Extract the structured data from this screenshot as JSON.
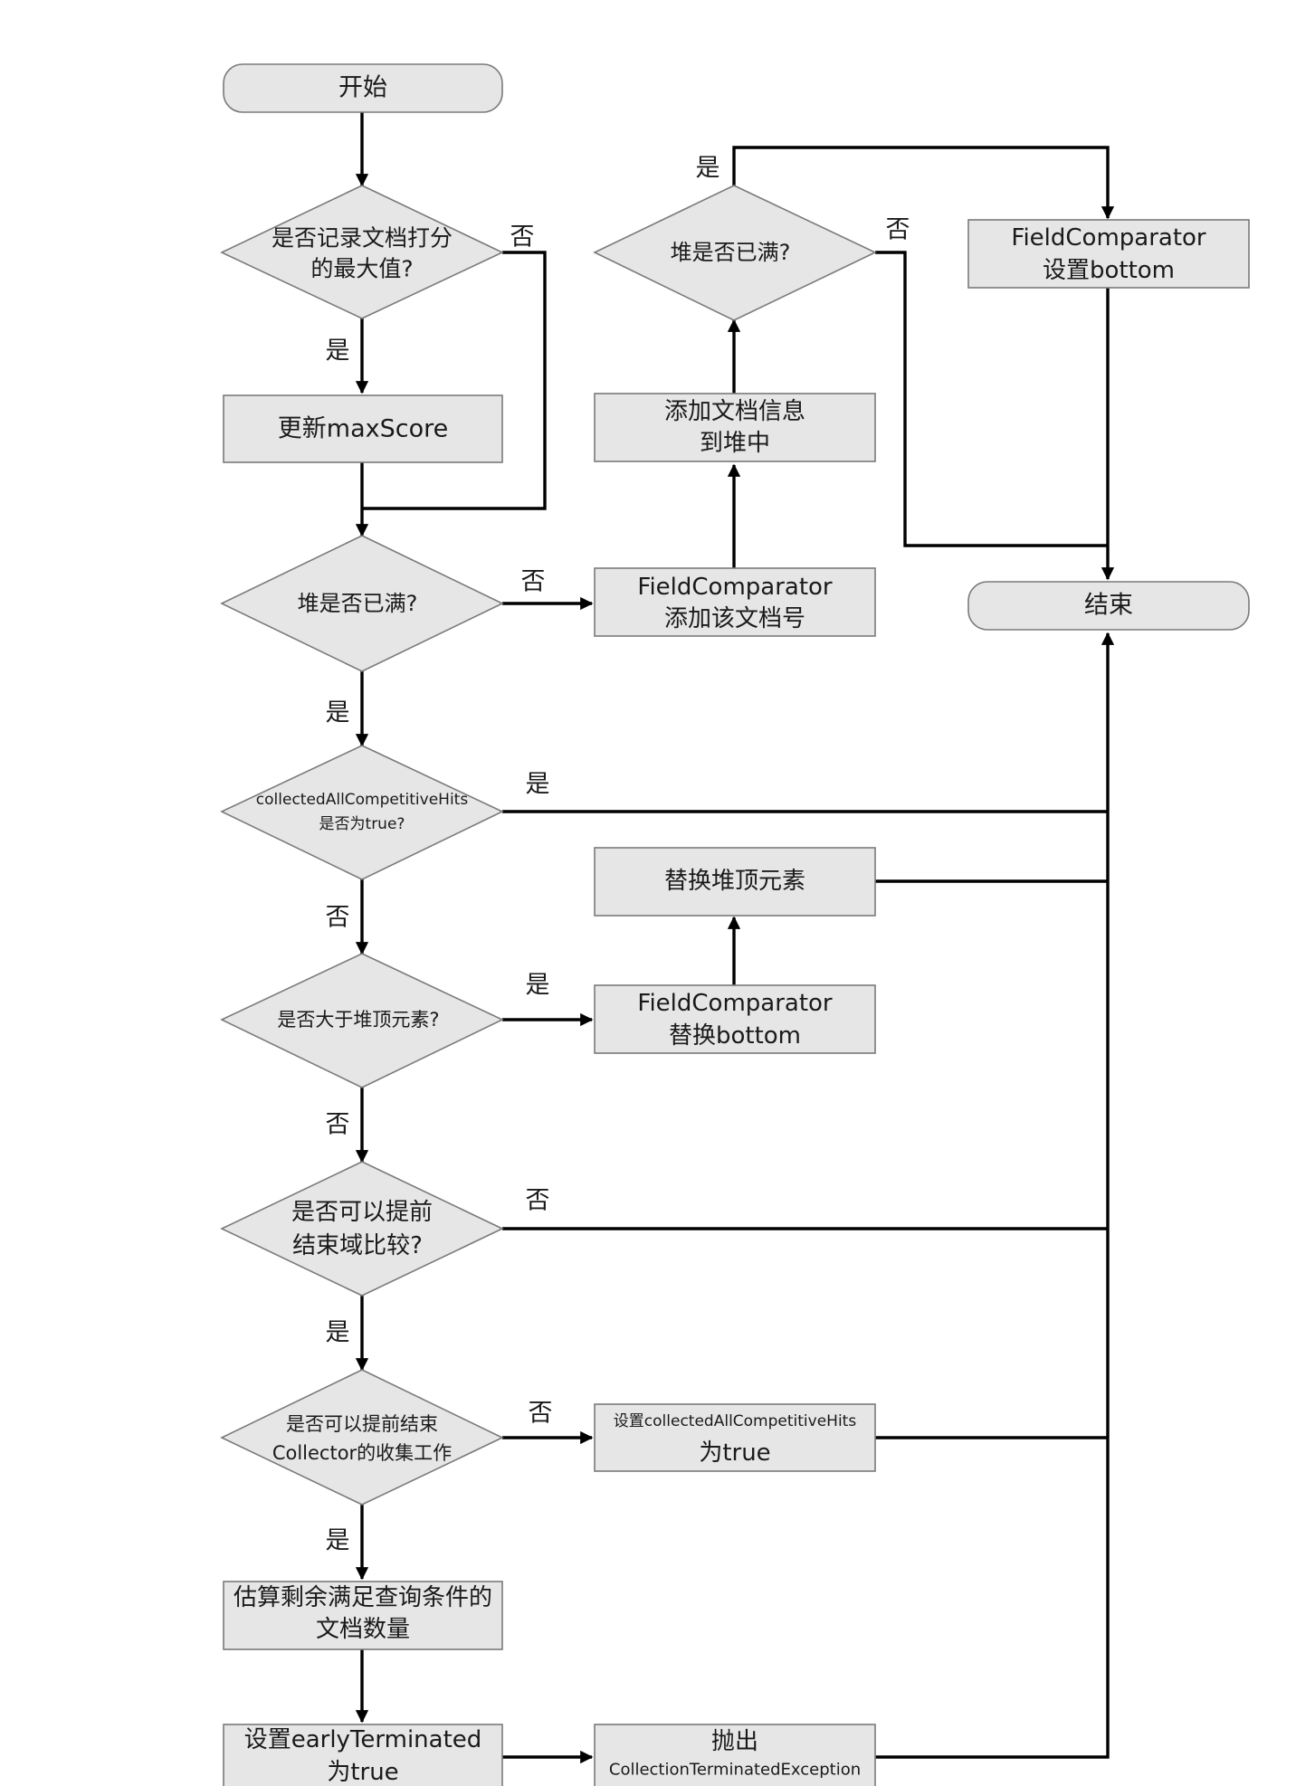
{
  "nodes": {
    "start": {
      "lines": [
        "开始"
      ]
    },
    "record_max": {
      "lines": [
        "是否记录文档打分",
        "的最大值?"
      ]
    },
    "update_max": {
      "lines": [
        "更新maxScore"
      ]
    },
    "heap_full_1": {
      "lines": [
        "堆是否已满?"
      ]
    },
    "collected_all": {
      "lines": [
        "collectedAllCompetitiveHits",
        "是否为true?"
      ]
    },
    "greater_top": {
      "lines": [
        "是否大于堆顶元素?"
      ]
    },
    "early_field": {
      "lines": [
        "是否可以提前",
        "结束域比较?"
      ]
    },
    "early_collector": {
      "lines": [
        "是否可以提前结束",
        "Collector的收集工作"
      ]
    },
    "estimate": {
      "lines": [
        "估算剩余满足查询条件的",
        "文档数量"
      ]
    },
    "set_early": {
      "lines": [
        "设置earlyTerminated",
        "为true"
      ]
    },
    "throw": {
      "lines": [
        "抛出",
        "CollectionTerminatedException"
      ]
    },
    "set_collected": {
      "lines": [
        "设置collectedAllCompetitiveHits",
        "为true"
      ]
    },
    "fc_replace": {
      "lines": [
        "FieldComparator",
        "替换bottom"
      ]
    },
    "replace_top": {
      "lines": [
        "替换堆顶元素"
      ]
    },
    "fc_add": {
      "lines": [
        "FieldComparator",
        "添加该文档号"
      ]
    },
    "add_heap": {
      "lines": [
        "添加文档信息",
        "到堆中"
      ]
    },
    "heap_full_2": {
      "lines": [
        "堆是否已满?"
      ]
    },
    "fc_set_bottom": {
      "lines": [
        "FieldComparator",
        "设置bottom"
      ]
    },
    "end": {
      "lines": [
        "结束"
      ]
    }
  },
  "edge_labels": {
    "record_max_no": "否",
    "record_max_yes": "是",
    "heap_full_1_no": "否",
    "heap_full_1_yes": "是",
    "heap_full_2_yes": "是",
    "heap_full_2_no": "否",
    "collected_all_yes": "是",
    "collected_all_no": "否",
    "greater_top_yes": "是",
    "greater_top_no": "否",
    "early_field_no": "否",
    "early_field_yes": "是",
    "early_collector_no": "否",
    "early_collector_yes": "是"
  }
}
